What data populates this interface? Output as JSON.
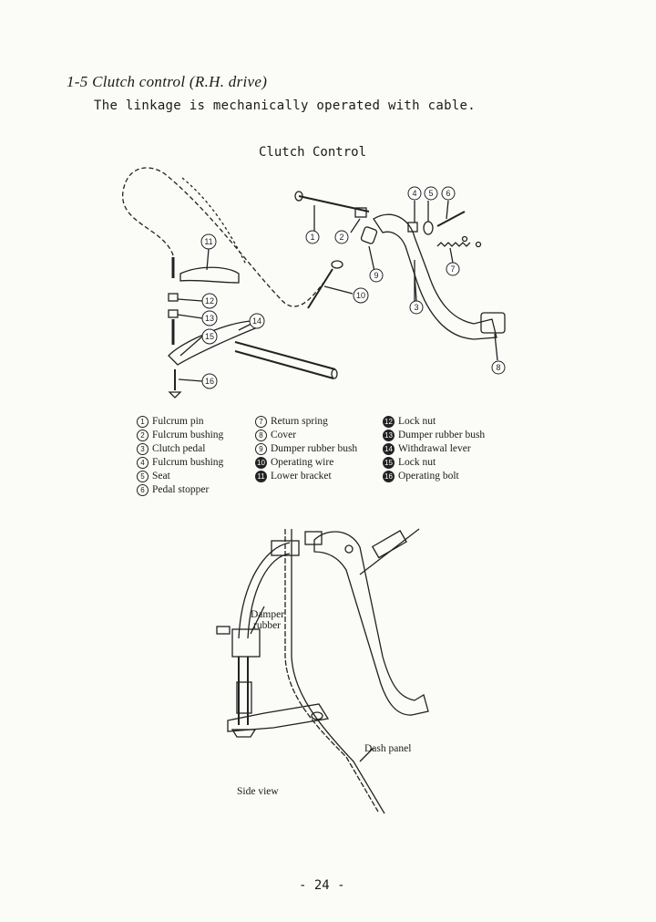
{
  "heading": "1-5  Clutch control (R.H. drive)",
  "intro": "The linkage is mechanically operated with cable.",
  "figure_title": "Clutch Control",
  "callouts": [
    "1",
    "2",
    "3",
    "4",
    "5",
    "6",
    "7",
    "8",
    "9",
    "10",
    "11",
    "12",
    "13",
    "14",
    "15",
    "16"
  ],
  "legend": {
    "col1": [
      {
        "num": "1",
        "label": "Fulcrum pin"
      },
      {
        "num": "2",
        "label": "Fulcrum bushing"
      },
      {
        "num": "3",
        "label": "Clutch pedal"
      },
      {
        "num": "4",
        "label": "Fulcrum bushing"
      },
      {
        "num": "5",
        "label": "Seat"
      },
      {
        "num": "6",
        "label": "Pedal stopper"
      }
    ],
    "col2": [
      {
        "num": "7",
        "label": "Return spring"
      },
      {
        "num": "8",
        "label": "Cover"
      },
      {
        "num": "9",
        "label": "Dumper rubber bush"
      },
      {
        "num": "10",
        "label": "Operating wire"
      },
      {
        "num": "11",
        "label": "Lower bracket"
      }
    ],
    "col3": [
      {
        "num": "12",
        "label": "Lock nut"
      },
      {
        "num": "13",
        "label": "Dumper rubber bush"
      },
      {
        "num": "14",
        "label": "Withdrawal lever"
      },
      {
        "num": "15",
        "label": "Lock nut"
      },
      {
        "num": "16",
        "label": "Operating bolt"
      }
    ]
  },
  "side_view": {
    "damper_label_1": "Damper",
    "damper_label_2": "rubber",
    "dash_panel_label": "Dash panel",
    "caption": "Side view"
  },
  "page_number": "- 24 -"
}
